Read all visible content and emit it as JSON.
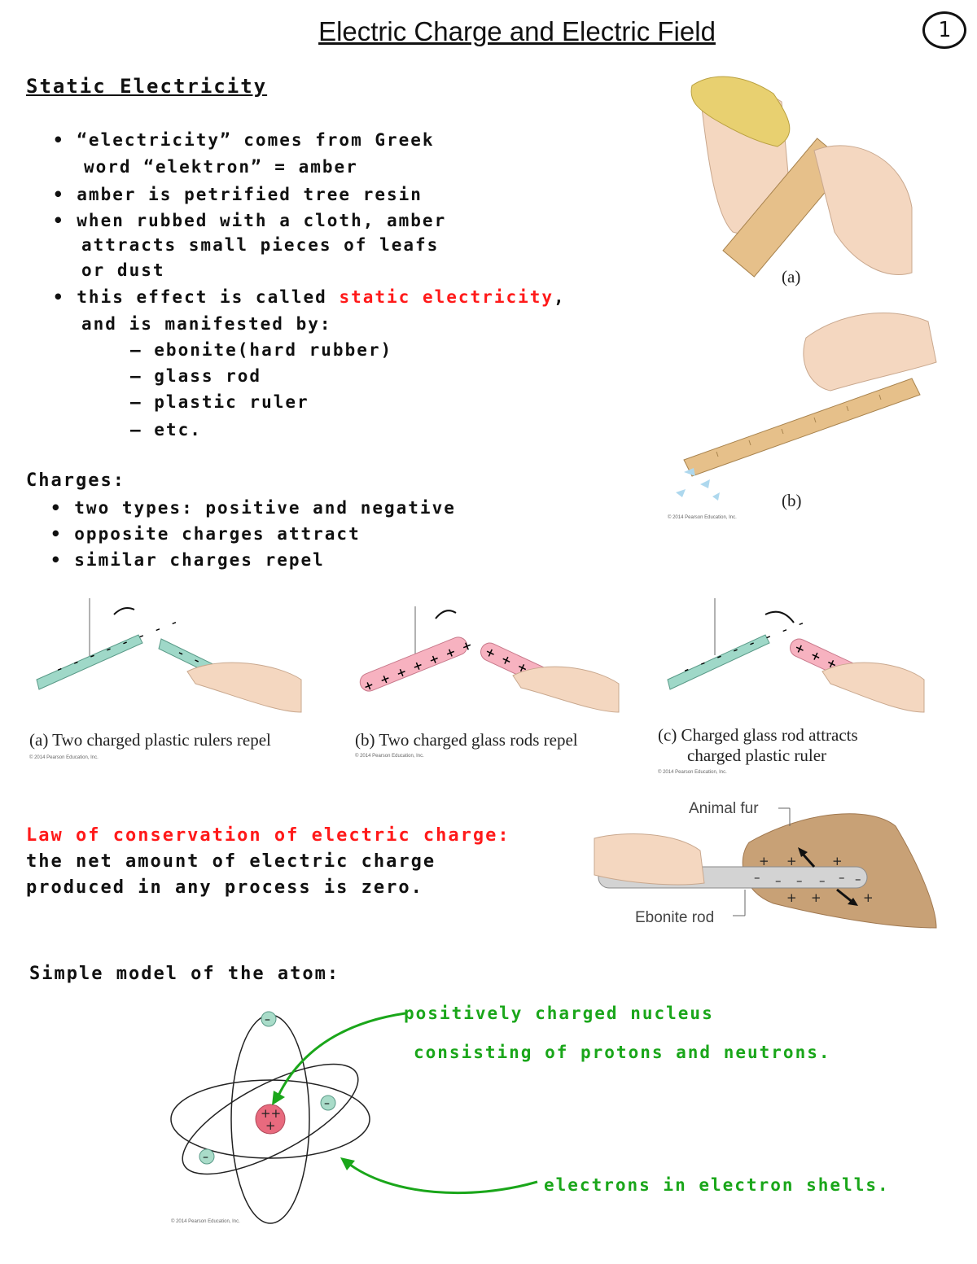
{
  "page": {
    "title": "Electric Charge and Electric Field",
    "page_number": "1"
  },
  "static": {
    "heading": "Static Electricity",
    "lines": [
      "• “electricity” comes from Greek",
      "word “elektron” = amber",
      "• amber is petrified tree resin",
      "• when rubbed with a cloth, amber",
      "attracts small pieces of leafs",
      "or dust"
    ],
    "effect_prefix": "• this effect is called",
    "effect_highlight": "static electricity",
    "effect_suffix": ",",
    "manifested": "and is manifested by:",
    "items": [
      "– ebonite(hard rubber)",
      "– glass rod",
      "– plastic ruler",
      "– etc."
    ]
  },
  "charges": {
    "heading": "Charges:",
    "lines": [
      "• two types: positive and negative",
      "• opposite charges attract",
      "• similar charges repel"
    ]
  },
  "fig_top": {
    "label_a": "(a)",
    "label_b": "(b)",
    "credit": "© 2014 Pearson Education, Inc."
  },
  "fig_row": {
    "caption_a": "(a) Two charged plastic rulers repel",
    "caption_b": "(b) Two charged glass rods repel",
    "caption_c1": "(c) Charged glass rod attracts",
    "caption_c2": "charged plastic ruler",
    "credit": "© 2014 Pearson Education, Inc."
  },
  "law": {
    "title": "Law of conservation of electric charge:",
    "line1": "the net amount of electric charge",
    "line2": "produced in any process is zero."
  },
  "fur_fig": {
    "animal_fur": "Animal fur",
    "ebonite_rod": "Ebonite rod"
  },
  "atom": {
    "heading": "Simple model of the atom:",
    "nucleus_line1": "positively charged nucleus",
    "nucleus_line2": "consisting of protons and neutrons.",
    "electrons": "electrons in electron shells.",
    "credit": "© 2014 Pearson Education, Inc."
  },
  "colors": {
    "highlight_red": "#ff1a1a",
    "annotation_green": "#1aa61a",
    "ruler_teal": "#9fd8c8",
    "glass_pink": "#f7b2c0"
  }
}
